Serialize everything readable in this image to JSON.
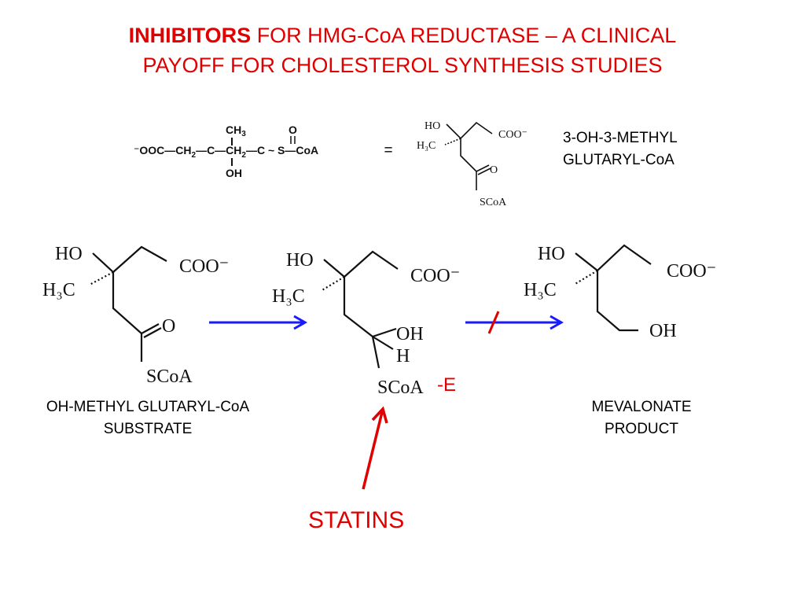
{
  "title": {
    "bold": "INHIBITORS",
    "line1_rest": " FOR HMG-CoA REDUCTASE – A CLINICAL",
    "line2": "PAYOFF FOR CHOLESTEROL SYNTHESIS STUDIES"
  },
  "linear_formula": {
    "ch3": "CH",
    "ch3_sub": "3",
    "oh": "OH",
    "o": "O",
    "main_coo": "⁻OOC—CH",
    "sub2a": "2",
    "dash_c": "—C—CH",
    "sub2b": "2",
    "tail": "—C ~ S—CoA"
  },
  "equals_sign": "=",
  "top_structure": {
    "ho": "HO",
    "h3c": "H₃C",
    "coo": "COO⁻",
    "o": "O",
    "scoa": "SCoA"
  },
  "top_name": {
    "line1": "3-OH-3-METHYL",
    "line2": "GLUTARYL-CoA"
  },
  "substrate_structure": {
    "ho": "HO",
    "h3c": "H₃C",
    "coo": "COO⁻",
    "o": "O",
    "scoa": "SCoA"
  },
  "intermediate_structure": {
    "ho": "HO",
    "h3c": "H₃C",
    "coo": "COO⁻",
    "oh": "OH",
    "h": "H",
    "scoa": "SCoA"
  },
  "enzyme_tag": "-E",
  "product_structure": {
    "ho": "HO",
    "h3c": "H₃C",
    "coo": "COO⁻",
    "oh": "OH"
  },
  "substrate_label": {
    "line1": "OH-METHYL GLUTARYL-CoA",
    "line2": "SUBSTRATE"
  },
  "product_label": {
    "line1": "MEVALONATE",
    "line2": "PRODUCT"
  },
  "statins_label": "STATINS",
  "colors": {
    "title_red": "#e00000",
    "arrow_blue": "#1a1aff",
    "inhibit_red": "#e00000",
    "text_black": "#000000"
  }
}
